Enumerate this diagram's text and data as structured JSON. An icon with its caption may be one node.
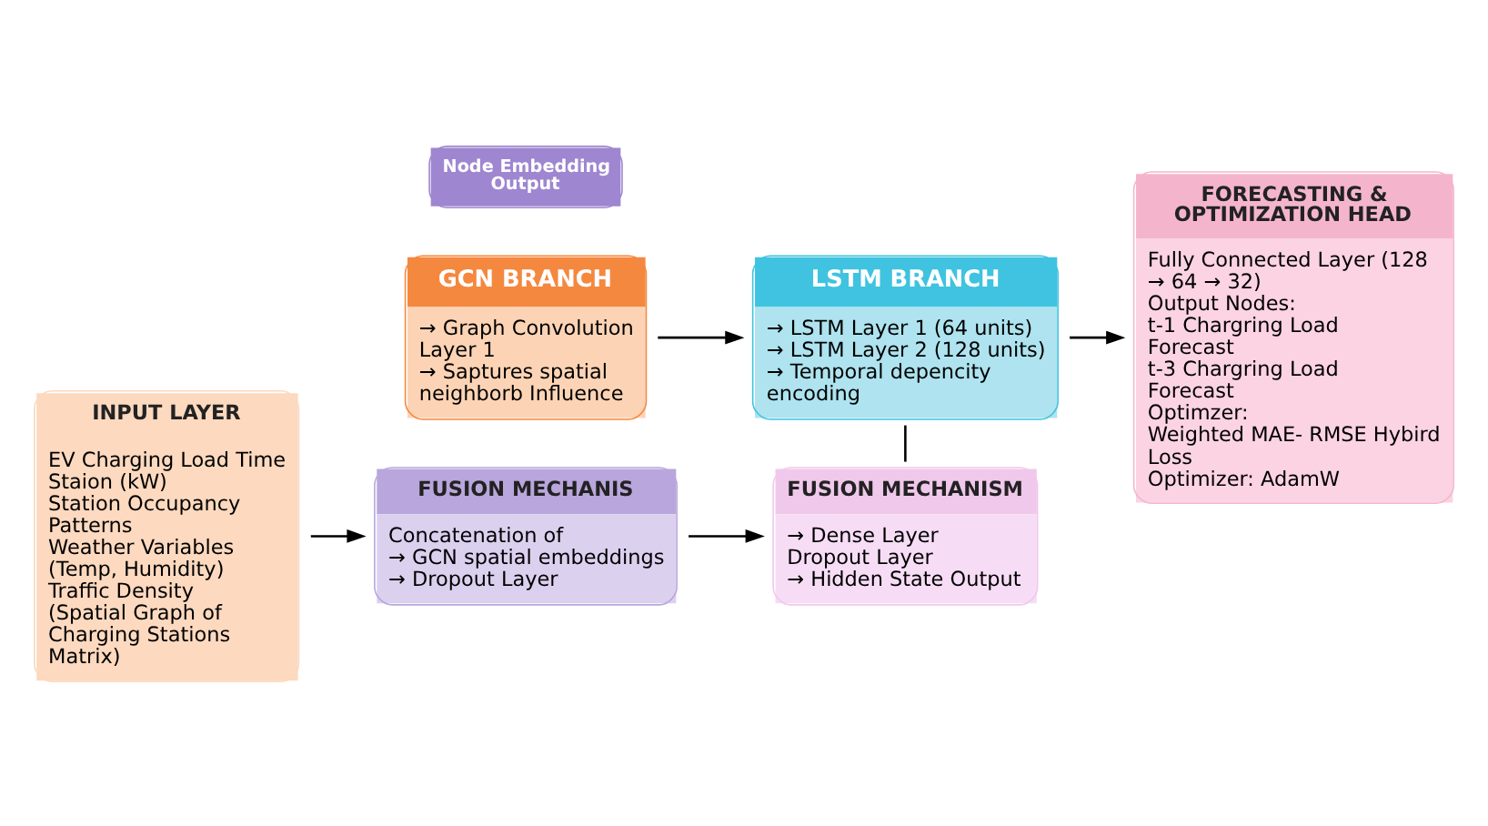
{
  "diagram": {
    "nodes": [
      {
        "text": [
          "INPUT LAYER",
          "EV Charging Load Time Staion (kW)",
          "Station Occupancy Patterns",
          "Weather Variables",
          "(Temp, Humidity)",
          "Traffic Density",
          "(Spatial Graph of Charging Stations Matrix)"
        ]
      },
      {
        "text": [
          "GCN BRANCH",
          "→ Graph Convolution Layer 1",
          "→ Saptures spatial neighborb Influence"
        ]
      },
      {
        "text": [
          "FUSION MECHANIS",
          "Concatenation of",
          "→ GCN spatial embeddings",
          "→ Dropout Layer"
        ]
      },
      {
        "text": [
          "Node Embedding Output"
        ]
      },
      {
        "text": [
          "LSTM BRANCH",
          "→ LSTM Layer 1 (64 units)",
          "→ LSTM Layer 2 (128 units)",
          "→ Temporal depencity encoding"
        ]
      },
      {
        "text": [
          "FUSION MECHANISM",
          "→ Dense Layer",
          "Dropout Layer",
          "→ Hidden State Output"
        ]
      },
      {
        "text": [
          "FORECASTING & OPTIMIZATION HEAD",
          "Fully Connected Layer (128 → 64 → 32)",
          "Output Nodes:",
          "t-1 Chargring Load Forecast",
          "t-3 Chargring Load Forecast",
          "Optimzer:",
          "Weighted MAE- RMSE Hybird Loss",
          "Optimizer: AdamW"
        ]
      }
    ],
    "edges": [
      {
        "from": 0,
        "to": 2,
        "arrow": "to"
      },
      {
        "from": 1,
        "to": 4,
        "arrow": "to"
      },
      {
        "from": 2,
        "to": 5,
        "arrow": "to"
      },
      {
        "from": 4,
        "to": 5,
        "arrow": "none"
      },
      {
        "from": 4,
        "to": 6,
        "arrow": "to"
      }
    ]
  }
}
